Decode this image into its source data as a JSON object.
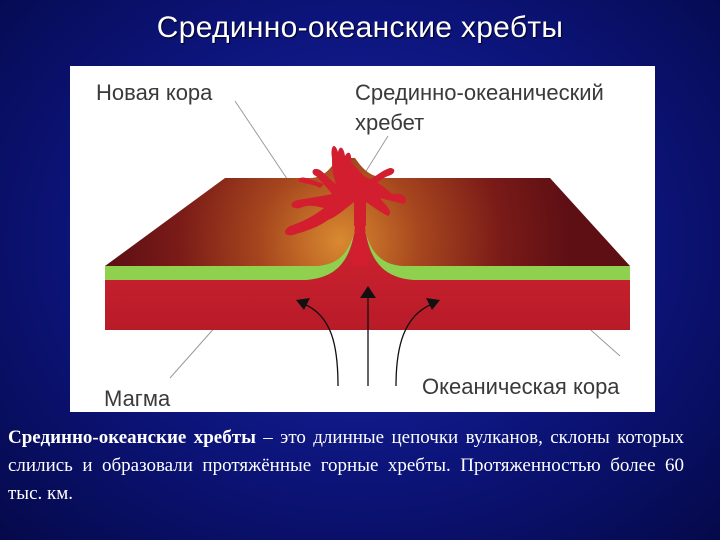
{
  "slide": {
    "title": "Срединно-океанские хребты"
  },
  "diagram": {
    "labels": {
      "new_crust": "Новая кора",
      "ridge_line1": "Срединно-океанический",
      "ridge_line2": "хребет",
      "magma": "Магма",
      "oceanic_crust": "Океаническая кора"
    },
    "colors": {
      "top_surface_dark": "#6e1216",
      "top_surface_glow": "#c7782a",
      "lava": "#d21e2e",
      "green_layer": "#8fd14f",
      "mantle": "#c8202c",
      "arrows": "#111111",
      "leader_lines": "#9a9a9a",
      "label_text": "#3a3a3a"
    },
    "icons": [
      "arrow-up-icon",
      "curved-arrow-left-icon",
      "curved-arrow-right-icon"
    ]
  },
  "caption": {
    "term": "Срединно-океанские хребты",
    "text": " – это длинные цепочки вулканов, склоны которых слились и образовали протяжённые горные хребты. Протяженностью более 60 тыс. км."
  }
}
